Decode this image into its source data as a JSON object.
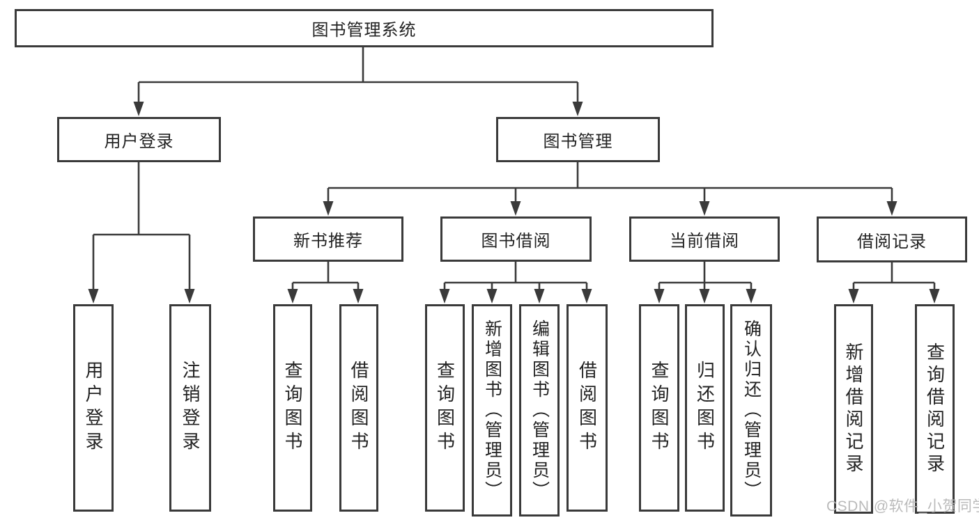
{
  "diagram": {
    "title": "图书管理系统",
    "root": "图书管理系统",
    "level1": [
      "用户登录",
      "图书管理"
    ],
    "level2": [
      "新书推荐",
      "图书借阅",
      "当前借阅",
      "借阅记录"
    ],
    "leaves": {
      "user": [
        "用户登录",
        "注销登录"
      ],
      "recommend": [
        "查询图书",
        "借阅图书"
      ],
      "borrow": [
        "查询图书",
        "新增图书（管理员）",
        "编辑图书（管理员）",
        "借阅图书"
      ],
      "current": [
        "查询图书",
        "归还图书",
        "确认归还（管理员）"
      ],
      "records": [
        "新增借阅记录",
        "查询借阅记录"
      ]
    },
    "hierarchy": [
      {
        "label": "用户登录",
        "children": [
          "用户登录",
          "注销登录"
        ]
      },
      {
        "label": "图书管理",
        "children": [
          {
            "label": "新书推荐",
            "children": [
              "查询图书",
              "借阅图书"
            ]
          },
          {
            "label": "图书借阅",
            "children": [
              "查询图书",
              "新增图书（管理员）",
              "编辑图书（管理员）",
              "借阅图书"
            ]
          },
          {
            "label": "当前借阅",
            "children": [
              "查询图书",
              "归还图书",
              "确认归还（管理员）"
            ]
          },
          {
            "label": "借阅记录",
            "children": [
              "新增借阅记录",
              "查询借阅记录"
            ]
          }
        ]
      }
    ]
  },
  "watermark": "CSDN @软件_小贺同学",
  "colors": {
    "background": "#ffffff",
    "line": "#3a3a3a",
    "box_border": "#3a3a3a",
    "text": "#222222",
    "watermark": "#b6b6b6"
  }
}
